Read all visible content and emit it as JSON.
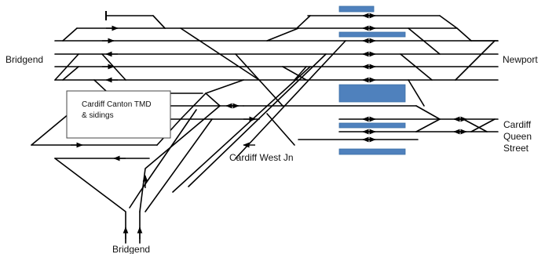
{
  "labels": {
    "bridgend_west": "Bridgend",
    "newport": "Newport",
    "depot": [
      "Cardiff Canton TMD",
      "& sidings"
    ],
    "queen_street": [
      "Cardiff",
      "Queen",
      "Street"
    ],
    "west_jn": "Cardiff West Jn",
    "bridgend_south": "Bridgend"
  },
  "colors": {
    "track": "#000000",
    "platform": "#4f81bd"
  },
  "icons": {
    "arrow_right": "arrow-right-icon",
    "arrow_left": "arrow-left-icon",
    "arrow_both": "bidirectional-arrow-icon",
    "arrow_up": "arrow-up-icon",
    "buffer_stop": "buffer-stop-icon"
  }
}
